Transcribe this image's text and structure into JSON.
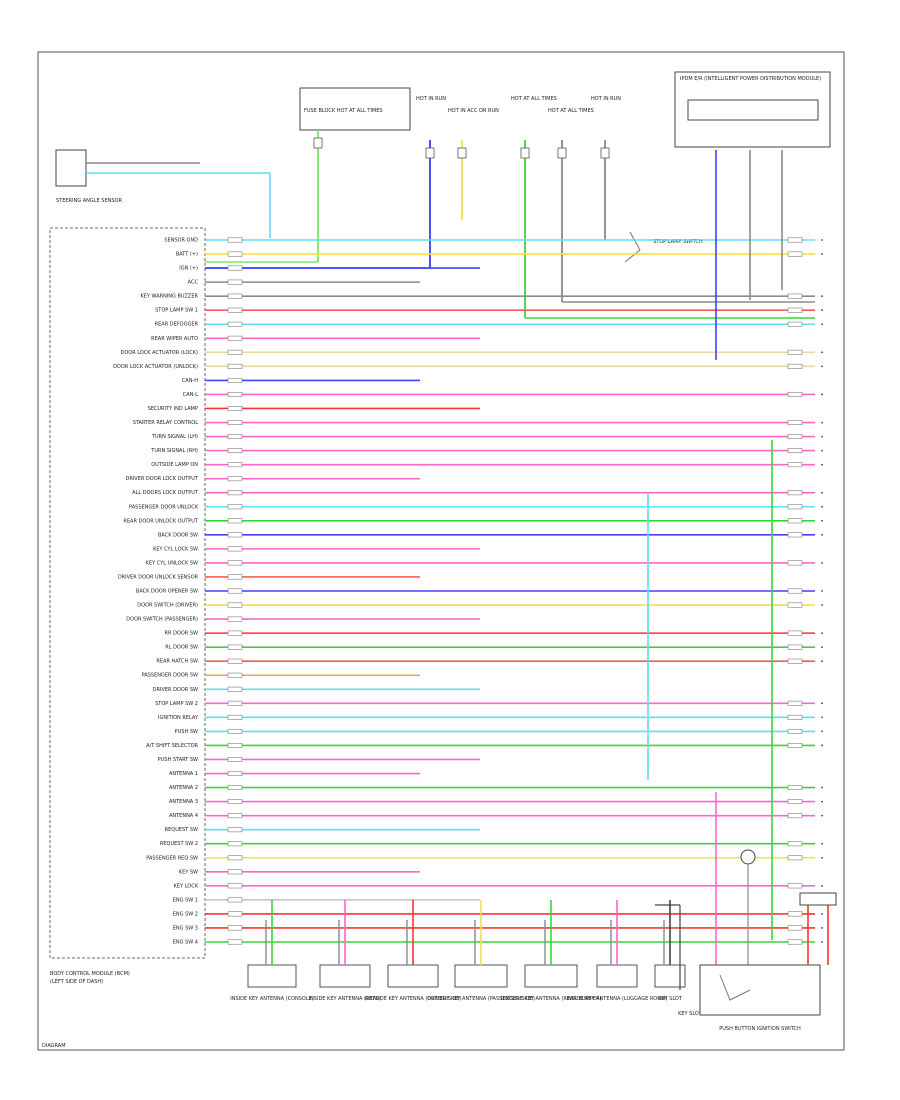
{
  "diagram": {
    "page_label": "DIAGRAM",
    "module": {
      "label": "BODY CONTROL MODULE (BCM)",
      "sublabel": "(LEFT SIDE OF DASH)"
    },
    "top_connectors": [
      {
        "label": "FUSE BLOCK HOT AT ALL TIMES",
        "wire_color": "#7fe36a"
      },
      {
        "label": "HOT IN RUN",
        "wire_color": "#3a3aff"
      },
      {
        "label": "HOT IN ACC OR RUN",
        "wire_color": "#f2e04a"
      },
      {
        "label": "HOT AT ALL TIMES",
        "wire_color": "#39d639"
      },
      {
        "label": "HOT AT ALL TIMES",
        "wire_color": "#8a8a8a"
      },
      {
        "label": "HOT IN RUN",
        "wire_color": "#8a8a8a"
      }
    ],
    "power_distribution_label": "IPDM E/R (INTELLIGENT POWER DISTRIBUTION MODULE)",
    "steering_sensor_label": "STEERING ANGLE SENSOR",
    "stop_lamp_switch_label": "STOP LAMP SWITCH",
    "rows": [
      {
        "label": "SENSOR GND",
        "color": "#5ee0f0"
      },
      {
        "label": "BATT (+)",
        "color": "#f2e04a"
      },
      {
        "label": "IGN (+)",
        "color": "#4040ff"
      },
      {
        "label": "ACC",
        "color": "#8a8a8a"
      },
      {
        "label": "KEY WARNING BUZZER",
        "color": "#8a8a8a"
      },
      {
        "label": "STOP LAMP SW 1",
        "color": "#ff5a5a"
      },
      {
        "label": "REAR DEFOGGER",
        "color": "#5ee0f0"
      },
      {
        "label": "REAR WIPER AUTO",
        "color": "#ff66cc"
      },
      {
        "label": "DOOR LOCK ACTUATOR (LOCK)",
        "color": "#e8d8a0"
      },
      {
        "label": "DOOR LOCK ACTUATOR (UNLOCK)",
        "color": "#e8d8a0"
      },
      {
        "label": "CAN-H",
        "color": "#4040ff"
      },
      {
        "label": "CAN-L",
        "color": "#ff66cc"
      },
      {
        "label": "SECURITY IND LAMP",
        "color": "#ff3333"
      },
      {
        "label": "STARTER RELAY CONTROL",
        "color": "#ff66cc"
      },
      {
        "label": "TURN SIGNAL (LH)",
        "color": "#ff66cc"
      },
      {
        "label": "TURN SIGNAL (RH)",
        "color": "#ff66cc"
      },
      {
        "label": "OUTSIDE LAMP ON",
        "color": "#ff66cc"
      },
      {
        "label": "DRIVER DOOR LOCK OUTPUT",
        "color": "#ff66cc"
      },
      {
        "label": "ALL DOORS LOCK OUTPUT",
        "color": "#ff66cc"
      },
      {
        "label": "PASSENGER DOOR UNLOCK",
        "color": "#5ee0f0"
      },
      {
        "label": "REAR DOOR UNLOCK OUTPUT",
        "color": "#39d639"
      },
      {
        "label": "BACK DOOR SW",
        "color": "#4040ff"
      },
      {
        "label": "KEY CYL LOCK SW",
        "color": "#ff66cc"
      },
      {
        "label": "KEY CYL UNLOCK SW",
        "color": "#ff66cc"
      },
      {
        "label": "DRIVER DOOR UNLOCK SENSOR",
        "color": "#ff5a5a"
      },
      {
        "label": "BACK DOOR OPENER SW",
        "color": "#4040ff"
      },
      {
        "label": "DOOR SWITCH (DRIVER)",
        "color": "#f2e04a"
      },
      {
        "label": "DOOR SWITCH (PASSENGER)",
        "color": "#ff66cc"
      },
      {
        "label": "RR DOOR SW",
        "color": "#ff3333"
      },
      {
        "label": "RL DOOR SW",
        "color": "#39d639"
      },
      {
        "label": "REAR HATCH SW",
        "color": "#ff5a5a"
      },
      {
        "label": "PASSENGER DOOR SW",
        "color": "#e8a84a"
      },
      {
        "label": "DRIVER DOOR SW",
        "color": "#5ee0f0"
      },
      {
        "label": "STOP LAMP SW 2",
        "color": "#ff66cc"
      },
      {
        "label": "IGNITION RELAY",
        "color": "#5ee0f0"
      },
      {
        "label": "PUSH SW",
        "color": "#5ee0f0"
      },
      {
        "label": "A/T SHIFT SELECTOR",
        "color": "#39d639"
      },
      {
        "label": "PUSH START SW",
        "color": "#ff66cc"
      },
      {
        "label": "ANTENNA 1",
        "color": "#ff66cc"
      },
      {
        "label": "ANTENNA 2",
        "color": "#39d639"
      },
      {
        "label": "ANTENNA 3",
        "color": "#ff66cc"
      },
      {
        "label": "ANTENNA 4",
        "color": "#ff66cc"
      },
      {
        "label": "REQUEST SW",
        "color": "#5ee0f0"
      },
      {
        "label": "REQUEST SW 2",
        "color": "#39d639"
      },
      {
        "label": "PASSENGER REQ SW",
        "color": "#f2e04a"
      },
      {
        "label": "KEY SW",
        "color": "#ff66cc"
      },
      {
        "label": "KEY LOCK",
        "color": "#ff66cc"
      },
      {
        "label": "ENG SW 1",
        "color": "#c0c0c0"
      },
      {
        "label": "ENG SW 2",
        "color": "#ff3333"
      },
      {
        "label": "ENG SW 3",
        "color": "#ff3333"
      },
      {
        "label": "ENG SW 4",
        "color": "#39d639"
      }
    ],
    "bottom_components": [
      {
        "label": "INSIDE KEY ANTENNA (CONSOLE)"
      },
      {
        "label": "INSIDE KEY ANTENNA (REAR)"
      },
      {
        "label": "OUTSIDE KEY ANTENNA (DRIVER SIDE)"
      },
      {
        "label": "OUTSIDE KEY ANTENNA (PASSENGER SIDE)"
      },
      {
        "label": "OUTSIDE KEY ANTENNA (REAR BUMPER)"
      },
      {
        "label": "INSIDE KEY ANTENNA (LUGGAGE ROOM)"
      },
      {
        "label": "KEY SLOT"
      },
      {
        "label": "PUSH BUTTON IGNITION SWITCH"
      }
    ],
    "key_slot_label": "KEY SLOT"
  }
}
